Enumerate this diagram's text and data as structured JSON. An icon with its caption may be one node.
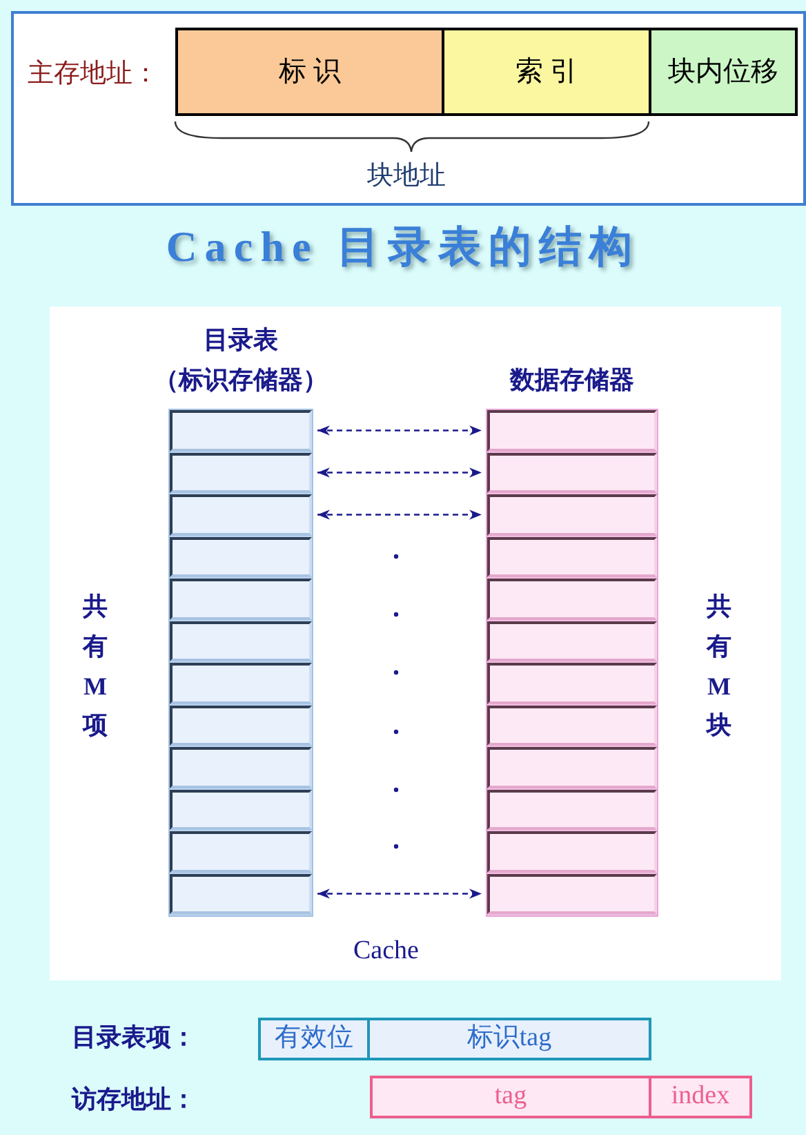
{
  "diagram": {
    "title": "Cache 目录表的结构",
    "nodes": [
      {
        "text": [
          "标 识"
        ]
      },
      {
        "text": [
          "索 引"
        ]
      },
      {
        "text": [
          "块内位移"
        ]
      },
      {
        "text": [
          "目录表",
          "（标识存储器）"
        ]
      },
      {
        "text": [],
        "shape": "box",
        "in": 3
      },
      {
        "text": [],
        "shape": "box",
        "in": 3
      },
      {
        "text": [],
        "shape": "box",
        "in": 3
      },
      {
        "text": [],
        "shape": "box",
        "in": 3
      },
      {
        "text": [],
        "shape": "box",
        "in": 3
      },
      {
        "text": [],
        "shape": "box",
        "in": 3
      },
      {
        "text": [],
        "shape": "box",
        "in": 3
      },
      {
        "text": [],
        "shape": "box",
        "in": 3
      },
      {
        "text": [],
        "shape": "box",
        "in": 3
      },
      {
        "text": [],
        "shape": "box",
        "in": 3
      },
      {
        "text": [],
        "shape": "box",
        "in": 3
      },
      {
        "text": [],
        "shape": "box",
        "in": 3
      },
      {
        "text": [
          "数据存储器"
        ]
      },
      {
        "text": [],
        "shape": "box",
        "in": 16
      },
      {
        "text": [],
        "shape": "box",
        "in": 16
      },
      {
        "text": [],
        "shape": "box",
        "in": 16
      },
      {
        "text": [],
        "shape": "box",
        "in": 16
      },
      {
        "text": [],
        "shape": "box",
        "in": 16
      },
      {
        "text": [],
        "shape": "box",
        "in": 16
      },
      {
        "text": [],
        "shape": "box",
        "in": 16
      },
      {
        "text": [],
        "shape": "box",
        "in": 16
      },
      {
        "text": [],
        "shape": "box",
        "in": 16
      },
      {
        "text": [],
        "shape": "box",
        "in": 16
      },
      {
        "text": [],
        "shape": "box",
        "in": 16
      },
      {
        "text": [],
        "shape": "box",
        "in": 16
      },
      {
        "text": [
          "有效位"
        ]
      },
      {
        "text": [
          "标识tag"
        ]
      },
      {
        "text": [
          "tag"
        ]
      },
      {
        "text": [
          "index"
        ]
      }
    ],
    "edges": [
      {
        "from": 4,
        "to": 17,
        "arrow": "both",
        "style": "dashed"
      },
      {
        "from": 5,
        "to": 18,
        "arrow": "both",
        "style": "dashed"
      },
      {
        "from": 6,
        "to": 19,
        "arrow": "both",
        "style": "dashed"
      },
      {
        "from": 15,
        "to": 28,
        "arrow": "both",
        "style": "dashed"
      }
    ],
    "labels": [
      "主存地址：",
      "块地址",
      "共有M项",
      "共有M块",
      "Cache",
      "目录表项：",
      "访存地址："
    ]
  }
}
